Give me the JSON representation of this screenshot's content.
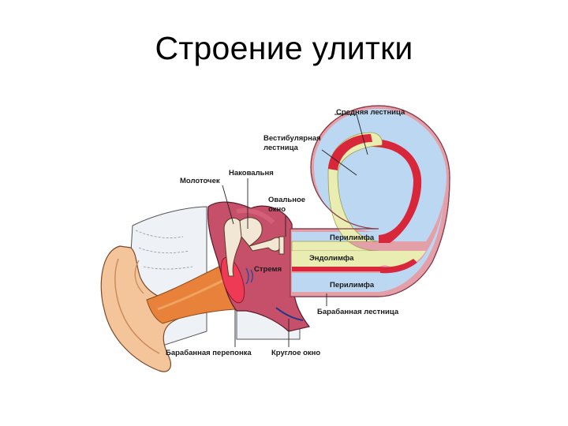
{
  "slide": {
    "title": "Строение улитки"
  },
  "labels": {
    "scala_media": "Средняя лестница",
    "scala_vestibuli_1": "Вестибулярная",
    "scala_vestibuli_2": "лестница",
    "incus": "Наковальня",
    "malleus": "Молоточек",
    "oval_window_1": "Овальное",
    "oval_window_2": "окно",
    "perilymph_top": "Перилимфа",
    "endolymph": "Эндолимфа",
    "stapes": "Стремя",
    "perilymph_bottom": "Перилимфа",
    "scala_tympani": "Барабанная лестница",
    "tympanic_membrane": "Барабанная перепонка",
    "round_window": "Круглое окно"
  },
  "colors": {
    "perilymph": "#bcd7f2",
    "endolymph": "#e9edb2",
    "membrane": "#d8263a",
    "outer_wall": "#e3a0a8",
    "skin": "#f4c49a",
    "ear_canal": "#e8823a",
    "middle_ear": "#c64f6a",
    "eardrum": "#ef3a55"
  }
}
